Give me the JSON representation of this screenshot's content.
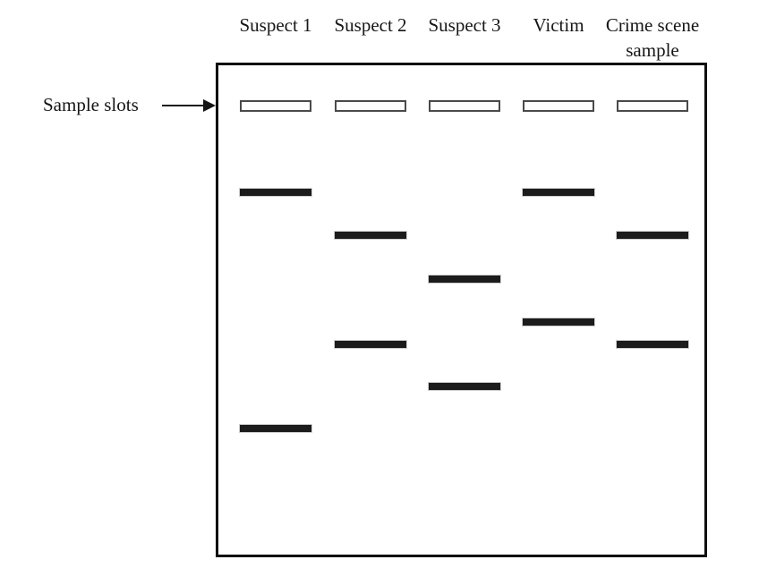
{
  "figure": {
    "pointer_label": "Sample slots",
    "pointer_icon": "arrow-right-icon",
    "lanes": [
      {
        "label": "Suspect 1",
        "band_tops": [
          138,
          402
        ]
      },
      {
        "label": "Suspect 2",
        "band_tops": [
          186,
          308
        ]
      },
      {
        "label": "Suspect 3",
        "band_tops": [
          235,
          355
        ]
      },
      {
        "label": "Victim",
        "band_tops": [
          138,
          283
        ]
      },
      {
        "label": "Crime scene sample",
        "band_tops": [
          186,
          308
        ]
      }
    ],
    "slot_count": 5,
    "colors": {
      "band": "#1c1c1c",
      "box_border": "#0f0f0f",
      "slot_border": "#4a4a4a",
      "background": "#ffffff",
      "text": "#161616"
    }
  }
}
